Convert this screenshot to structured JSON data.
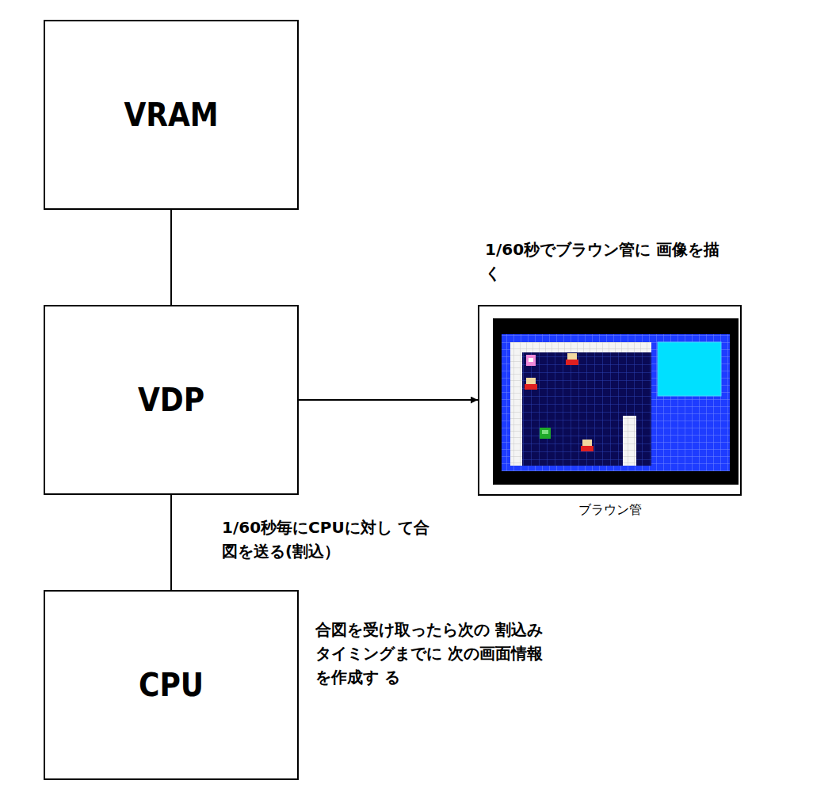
{
  "diagram": {
    "nodes": [
      {
        "text": [
          "VRAM"
        ]
      },
      {
        "text": [
          "VDP"
        ]
      },
      {
        "text": [
          "CPU"
        ]
      },
      {
        "text": [
          "ブラウン管"
        ]
      }
    ],
    "edges": [
      {
        "from": 0,
        "to": 1,
        "arrow": "none"
      },
      {
        "from": 1,
        "to": 3,
        "arrow": "to"
      },
      {
        "from": 1,
        "to": 2,
        "arrow": "none",
        "label": "1/60秒毎にCPUに対し て合図を送る(割込）"
      }
    ],
    "labels": [
      "1/60秒でブラウン管に 画像を描く",
      "合図を受け取ったら次の 割込みタイミングまでに 次の画面情報を作成す る"
    ]
  }
}
